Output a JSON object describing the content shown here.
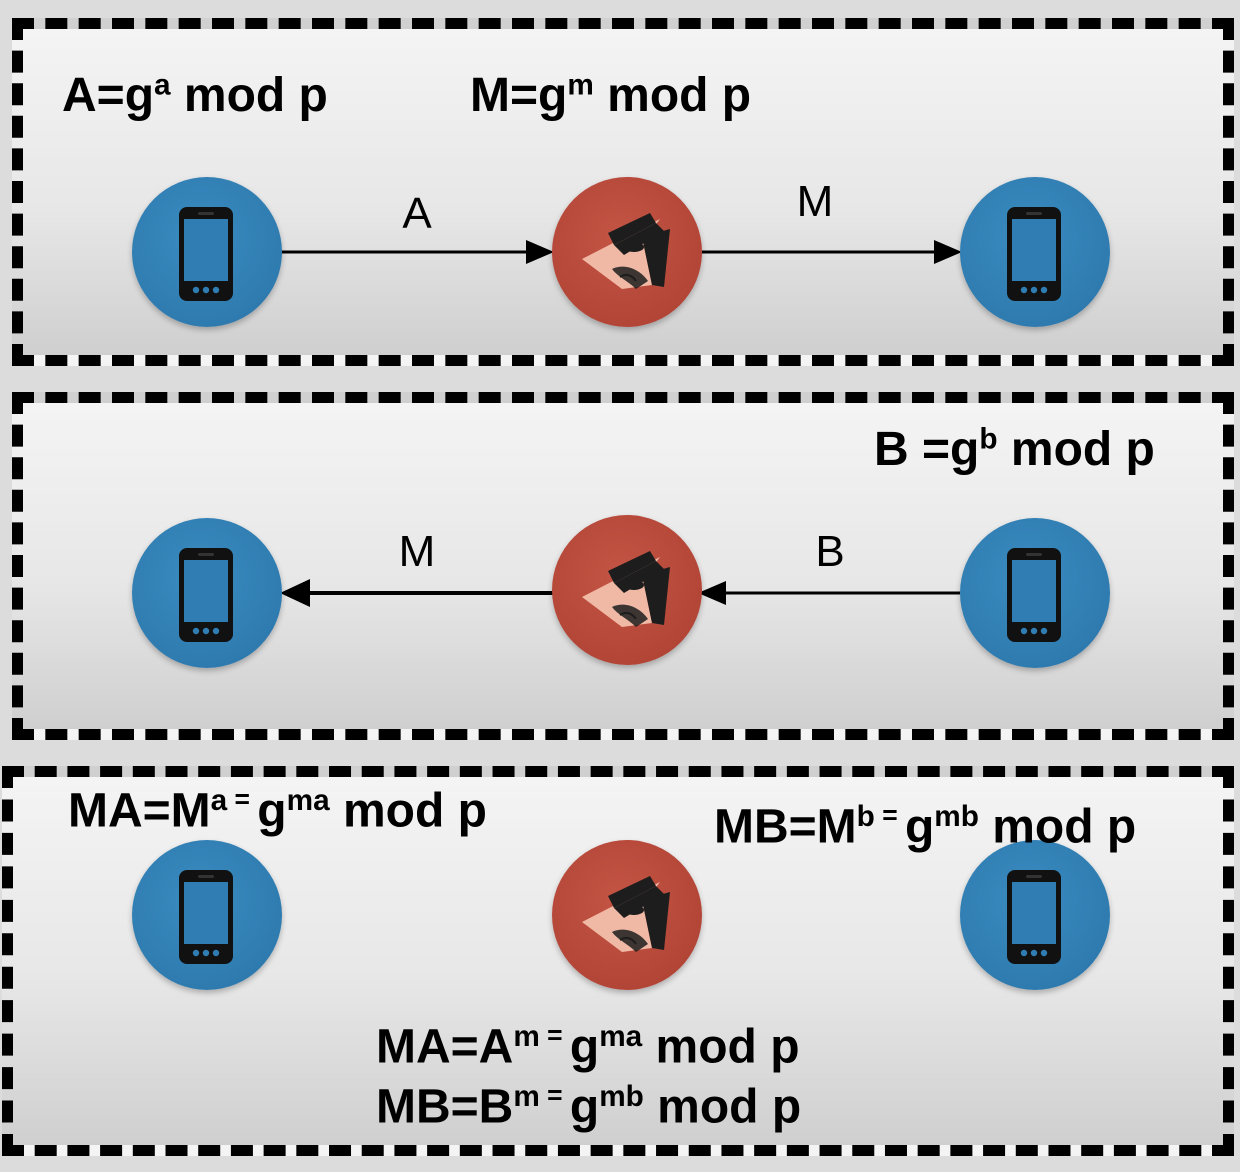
{
  "panel1": {
    "formula_a": {
      "base": "A=g",
      "exp": "a",
      "rest": " mod p"
    },
    "formula_m": {
      "base": "M=g",
      "exp": "m",
      "rest": " mod p"
    },
    "arrow1_label": "A",
    "arrow2_label": "M"
  },
  "panel2": {
    "formula_b": {
      "base": "B =g",
      "exp": "b",
      "rest": " mod p"
    },
    "arrow1_label": "M",
    "arrow2_label": "B"
  },
  "panel3": {
    "left_formula": {
      "pre": "MA=M",
      "exp1": "a",
      "eq": " = ",
      "g": "g",
      "exp2": "ma",
      "rest": " mod p"
    },
    "right_formula": {
      "pre": "MB=M",
      "exp1": "b",
      "eq": " = ",
      "g": "g",
      "exp2": "mb",
      "rest": " mod p"
    },
    "bottom_formula_1": {
      "pre": "MA=A",
      "exp1": "m",
      "eq": " = ",
      "g": "g",
      "exp2": "ma",
      "rest": " mod p"
    },
    "bottom_formula_2": {
      "pre": "MB=B",
      "exp1": "m",
      "eq": " = ",
      "g": "g",
      "exp2": "mb",
      "rest": " mod p"
    }
  },
  "colors": {
    "phone_node": "#2f7db3",
    "attacker_node": "#b84838",
    "border": "#000000"
  },
  "icons": {
    "phone": "smartphone-icon",
    "attacker": "spy-icon"
  }
}
